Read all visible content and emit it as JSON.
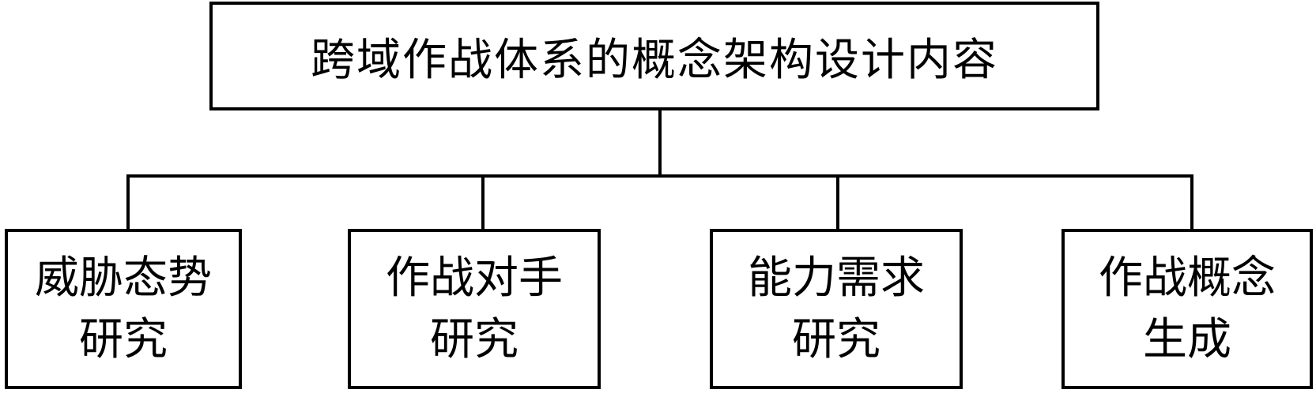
{
  "root": {
    "label": "跨域作战体系的概念架构设计内容"
  },
  "children": [
    {
      "line1": "威胁态势",
      "line2": "研究"
    },
    {
      "line1": "作战对手",
      "line2": "研究"
    },
    {
      "line1": "能力需求",
      "line2": "研究"
    },
    {
      "line1": "作战概念",
      "line2": "生成"
    }
  ]
}
